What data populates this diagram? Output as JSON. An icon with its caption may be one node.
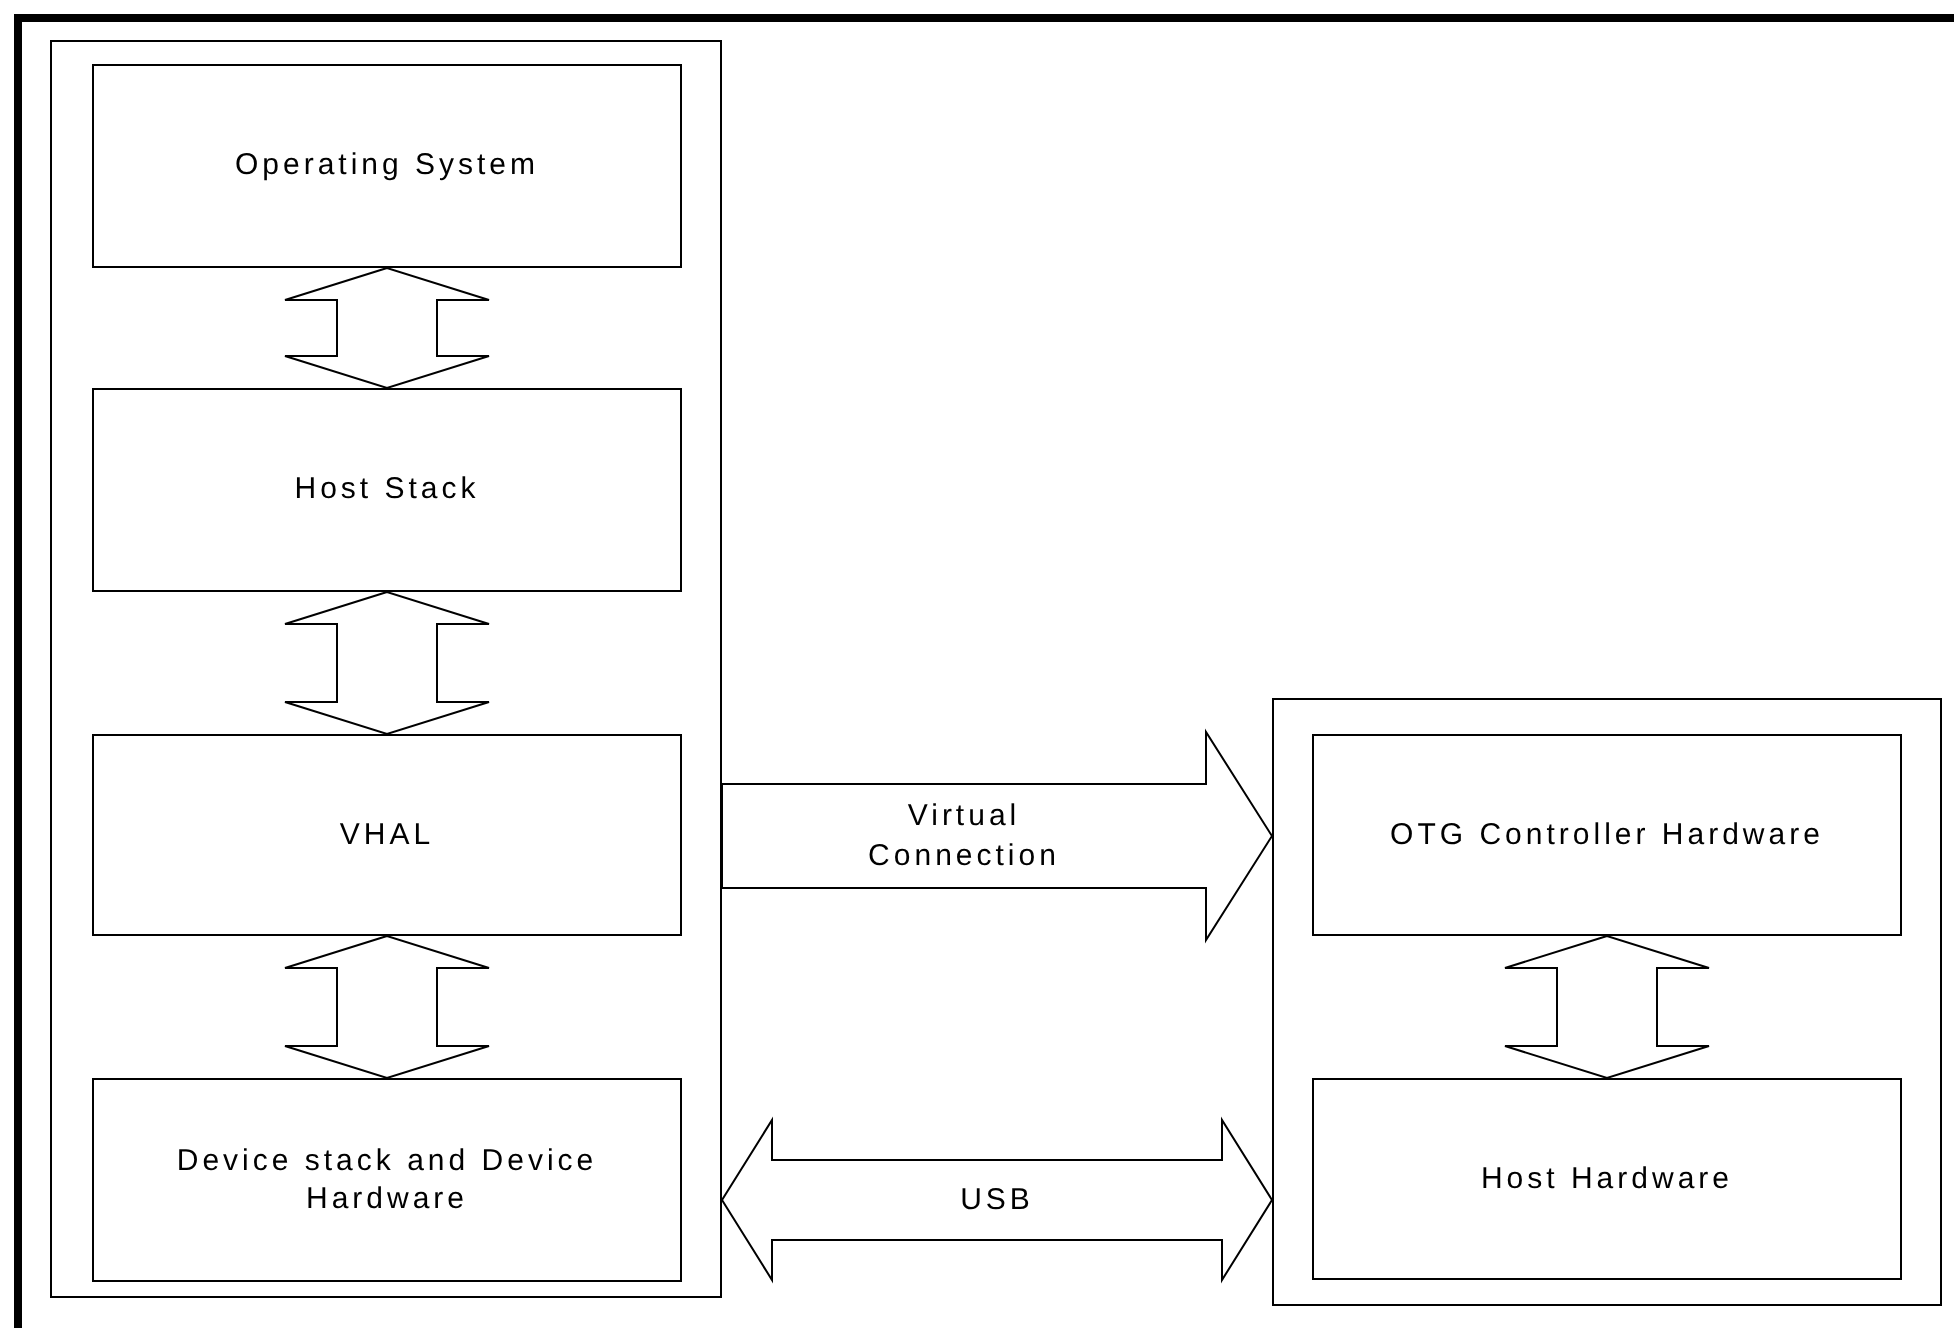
{
  "diagram": {
    "nodes": [
      {
        "text": [],
        "shape": "box"
      },
      {
        "text": [
          "Operating System"
        ],
        "in": 0
      },
      {
        "text": [
          "Host Stack"
        ],
        "in": 0
      },
      {
        "text": [
          "VHAL"
        ],
        "in": 0
      },
      {
        "text": [
          "Device stack and Device Hardware"
        ],
        "in": 0
      },
      {
        "text": [],
        "shape": "box"
      },
      {
        "text": [
          "OTG Controller Hardware"
        ],
        "in": 5
      },
      {
        "text": [
          "Host Hardware"
        ],
        "in": 5
      }
    ],
    "edges": [
      {
        "from": 1,
        "to": 2,
        "arrow": "both"
      },
      {
        "from": 2,
        "to": 3,
        "arrow": "both"
      },
      {
        "from": 3,
        "to": 4,
        "arrow": "both"
      },
      {
        "from": 0,
        "to": 5,
        "arrow": "to",
        "label": "Virtual Connection"
      },
      {
        "from": 0,
        "to": 5,
        "arrow": "both",
        "label": "USB"
      },
      {
        "from": 6,
        "to": 7,
        "arrow": "both"
      }
    ]
  }
}
